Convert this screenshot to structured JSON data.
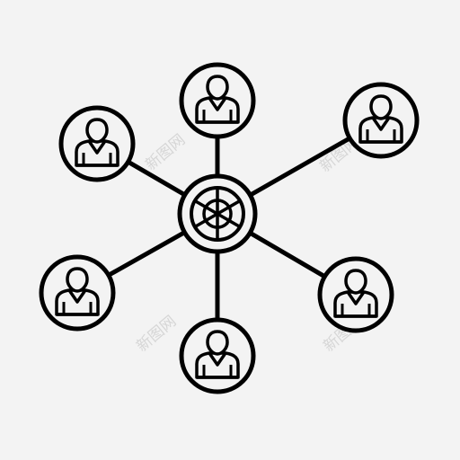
{
  "icon": {
    "name": "people-network-icon",
    "stroke_color": "#000000",
    "background_color": "#f3f3f3",
    "hub": {
      "name": "network-hub-icon",
      "rings": 3,
      "spokes": 6
    },
    "person_nodes": [
      {
        "name": "person-node-top"
      },
      {
        "name": "person-node-top-right"
      },
      {
        "name": "person-node-right"
      },
      {
        "name": "person-node-bottom"
      },
      {
        "name": "person-node-left"
      },
      {
        "name": "person-node-top-left"
      }
    ]
  },
  "watermarks": [
    {
      "text": "新图网"
    },
    {
      "text": "新图网"
    },
    {
      "text": "新图网"
    },
    {
      "text": "新图网"
    }
  ]
}
